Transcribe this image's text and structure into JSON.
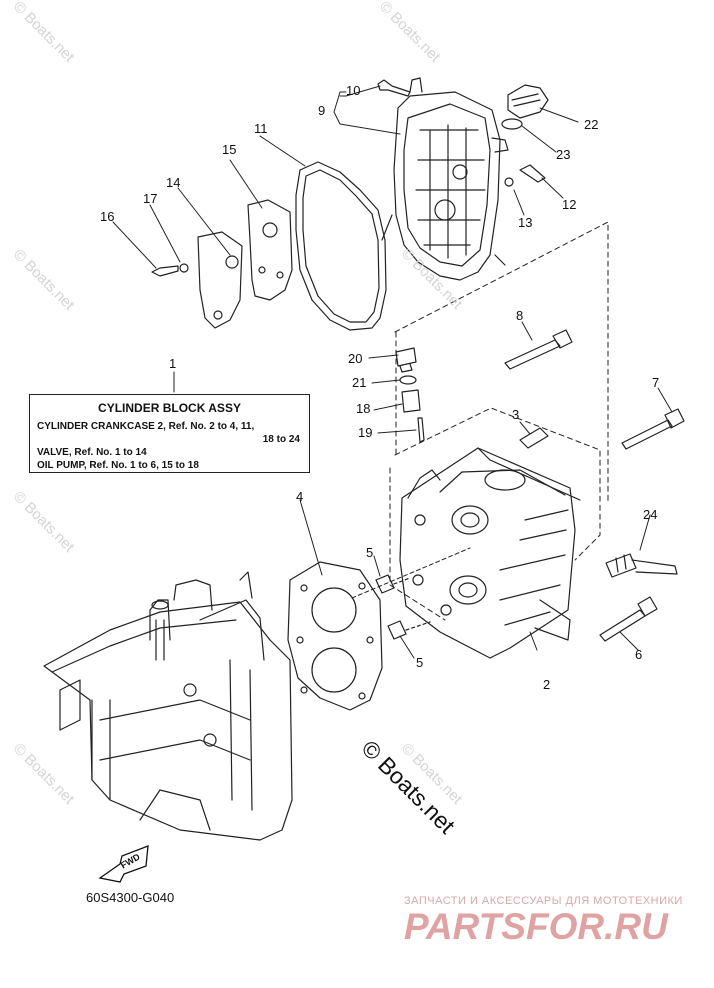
{
  "watermark_text": "© Boats.net",
  "callouts": [
    "1",
    "2",
    "3",
    "4",
    "5",
    "5",
    "6",
    "7",
    "8",
    "9",
    "10",
    "11",
    "12",
    "13",
    "14",
    "15",
    "16",
    "17",
    "18",
    "19",
    "20",
    "21",
    "22",
    "23",
    "24"
  ],
  "legend": {
    "title": "CYLINDER BLOCK ASSY",
    "line1": "CYLINDER CRANKCASE 2, Ref. No. 2 to 4, 11,",
    "line2": "18 to 24",
    "line3": "VALVE, Ref. No. 1 to 14",
    "line4": "OIL PUMP, Ref. No. 1 to 6, 15 to 18"
  },
  "fwd_label": "FWD",
  "diagram_code": "60S4300-G040",
  "shop_tagline": "ЗАПЧАСТИ И АКСЕССУАРЫ ДЛЯ МОТОТЕХНИКИ",
  "shop_logo": "PARTSFOR.RU",
  "colors": {
    "ink": "#111111",
    "watermark": "#d4d4d4",
    "shop": "#e0a3a3"
  }
}
